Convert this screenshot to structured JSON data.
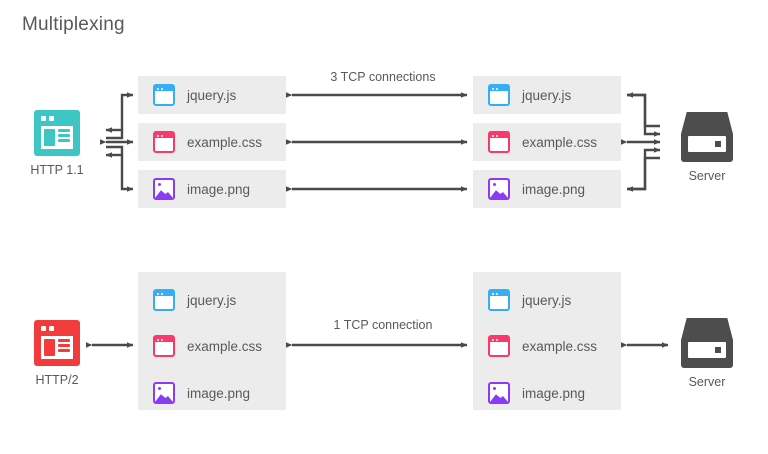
{
  "title": "Multiplexing",
  "colors": {
    "http11_accent": "#3dc6c3",
    "http2_accent": "#f23b3b",
    "js_icon": "#35aef5",
    "css_icon": "#f9386b",
    "img_icon": "#8b3bf5",
    "box_bg": "#ececec",
    "arrow": "#4a4a4a",
    "server": "#4d4d4d",
    "text": "#58595b"
  },
  "files": [
    {
      "name": "jquery.js",
      "icon": "js-file-icon",
      "color": "#35aef5"
    },
    {
      "name": "example.css",
      "icon": "css-file-icon",
      "color": "#f9386b"
    },
    {
      "name": "image.png",
      "icon": "image-file-icon",
      "color": "#8b3bf5"
    }
  ],
  "sections": [
    {
      "id": "http11",
      "client_label": "HTTP 1.1",
      "client_icon": "browser-window-icon",
      "client_color": "#3dc6c3",
      "connection_label": "3 TCP connections",
      "connection_count": 3,
      "server_label": "Server",
      "server_icon": "server-icon",
      "grouping": "separate-boxes",
      "files": [
        {
          "name": "jquery.js",
          "icon": "js-file-icon",
          "color": "#35aef5"
        },
        {
          "name": "example.css",
          "icon": "css-file-icon",
          "color": "#f9386b"
        },
        {
          "name": "image.png",
          "icon": "image-file-icon",
          "color": "#8b3bf5"
        }
      ]
    },
    {
      "id": "http2",
      "client_label": "HTTP/2",
      "client_icon": "browser-window-icon",
      "client_color": "#f23b3b",
      "connection_label": "1 TCP connection",
      "connection_count": 1,
      "server_label": "Server",
      "server_icon": "server-icon",
      "grouping": "single-box",
      "files": [
        {
          "name": "jquery.js",
          "icon": "js-file-icon",
          "color": "#35aef5"
        },
        {
          "name": "example.css",
          "icon": "css-file-icon",
          "color": "#f9386b"
        },
        {
          "name": "image.png",
          "icon": "image-file-icon",
          "color": "#8b3bf5"
        }
      ]
    }
  ]
}
